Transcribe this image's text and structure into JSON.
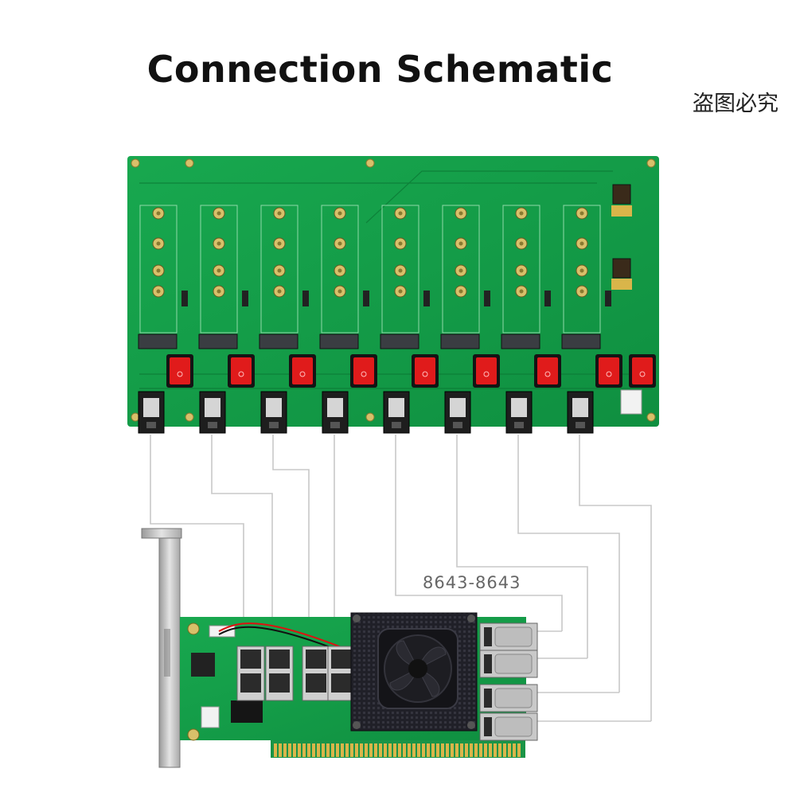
{
  "title": "Connection Schematic",
  "watermark": "盗图必究",
  "cable_label": "8643-8643",
  "colors": {
    "pcb_green": "#14a04a",
    "switch_red": "#e01b1b",
    "heatsink": "#1c1c22",
    "wire": "#c8c8c8",
    "connector_grey": "#3a3d42",
    "gold": "#d9b54a"
  },
  "backplane": {
    "slot_count": 8,
    "switch_count": 9,
    "port_count": 8
  },
  "adapter_card": {
    "top_port_count": 4,
    "side_port_count": 4,
    "icons": [
      "fan-icon",
      "heatsink-icon"
    ]
  }
}
